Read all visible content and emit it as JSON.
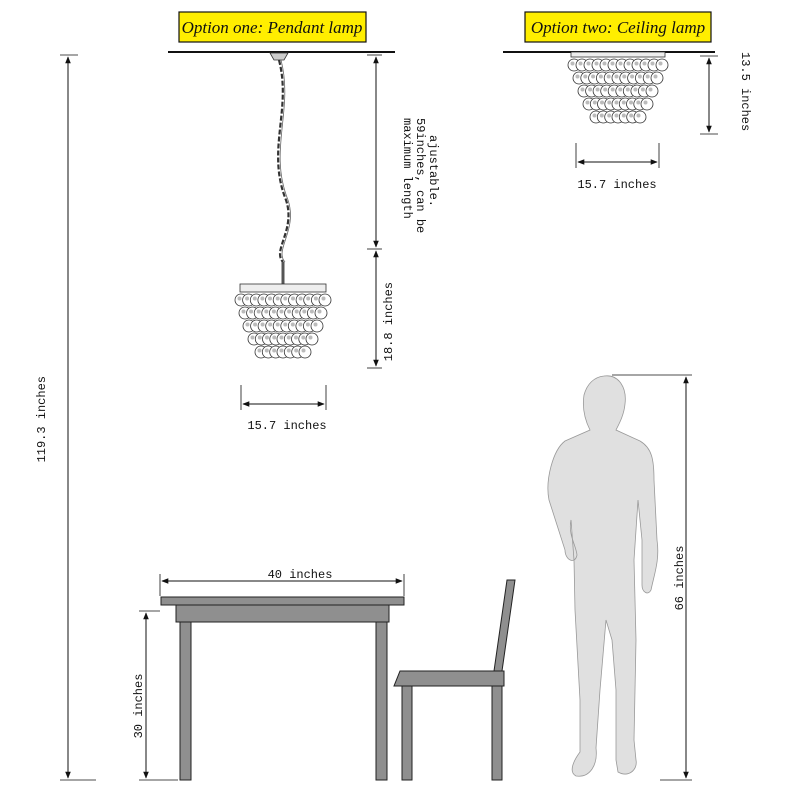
{
  "option_one": {
    "title": "Option one: Pendant lamp",
    "chain_note": [
      "maximum length",
      "59inches, can be",
      "ajustable."
    ],
    "height_label": "18.8 inches",
    "width_label": "15.7 inches"
  },
  "option_two": {
    "title": "Option two: Ceiling lamp",
    "height_label": "13.5 inches",
    "width_label": "15.7 inches"
  },
  "room": {
    "ceiling_height_label": "119.3 inches",
    "table_width_label": "40 inches",
    "table_height_label": "30 inches",
    "person_height_label": "66 inches"
  },
  "colors": {
    "title_background": "#ffee00",
    "furniture_fill": "#8f8f8f",
    "person_fill": "#e0e0e0",
    "line": "#111111"
  }
}
